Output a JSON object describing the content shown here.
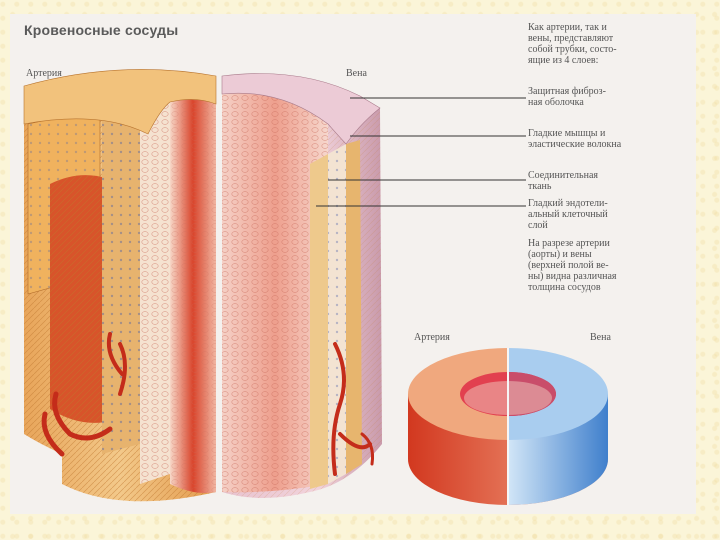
{
  "title": "Кровеносные сосуды",
  "labels": {
    "artery_top": "Артерия",
    "vein_top": "Вена",
    "artery_ring": "Артерия",
    "vein_ring": "Вена"
  },
  "description": {
    "line1": "Как артерии, так и",
    "line2": "вены, представляют",
    "line3": "собой трубки, состо-",
    "line4": "ящие из 4 слоев:"
  },
  "layers": [
    {
      "line1": "Защитная фиброз-",
      "line2": "ная оболочка"
    },
    {
      "line1": "Гладкие мышцы и",
      "line2": "эластические волокна"
    },
    {
      "line1": "Соединительная",
      "line2": "ткань"
    },
    {
      "line1": "Гладкий эндотели-",
      "line2": "альный клеточный",
      "line3": "слой"
    }
  ],
  "note": {
    "line1": "На разрезе артерии",
    "line2": "(аорты) и вены",
    "line3": "(верхней полой ве-",
    "line4": "ны) видна различная",
    "line5": "толщина сосудов"
  },
  "colors": {
    "artery_red": "#d8402a",
    "artery_orange": "#e69a4a",
    "vein_blue": "#4a86d0",
    "vein_pink": "#e9b6b6"
  }
}
